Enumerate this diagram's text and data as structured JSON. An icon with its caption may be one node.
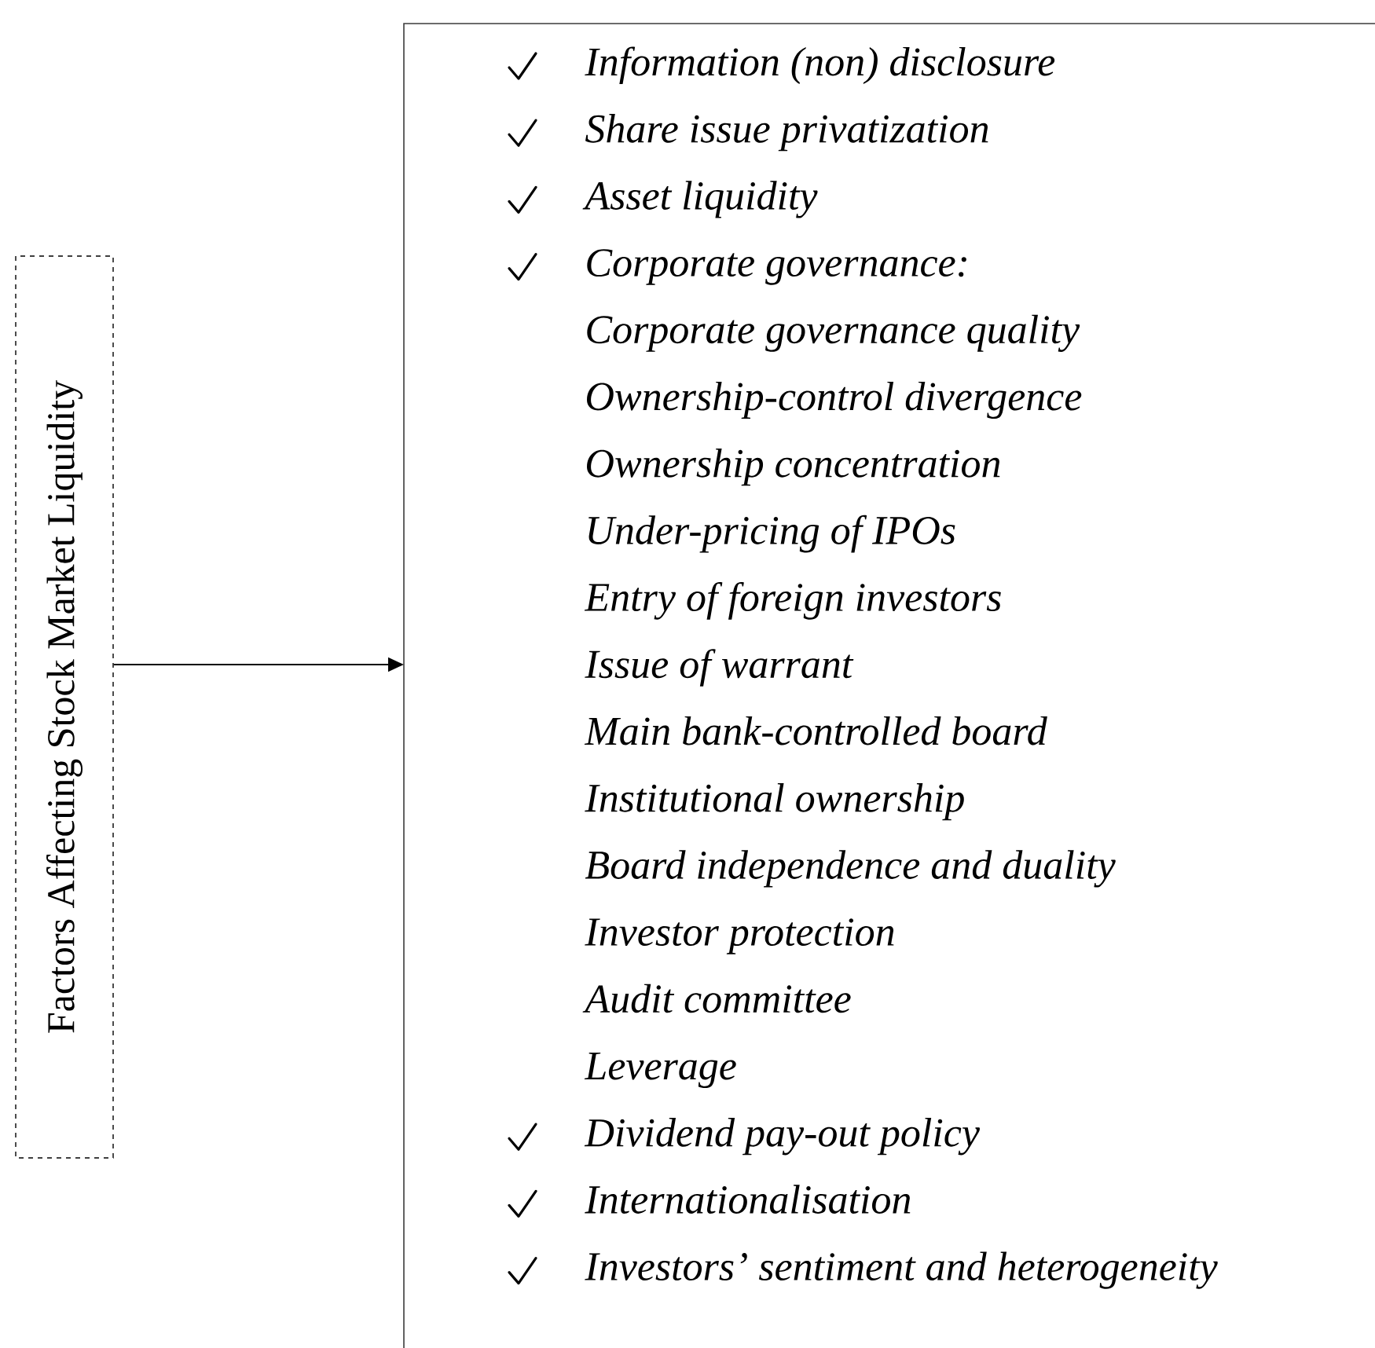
{
  "diagram": {
    "nodes": [
      {
        "text": [
          "Factors Affecting Stock Market Liquidity"
        ]
      },
      {
        "text": [
          "Information (non) disclosure",
          "Share issue privatization",
          "Asset liquidity",
          "Corporate governance:",
          "Corporate governance quality",
          "Ownership-control divergence",
          "Ownership concentration",
          "Under-pricing of IPOs",
          "Entry of foreign investors",
          "Issue of warrant",
          "Main bank-controlled board",
          "Institutional ownership",
          "Board independence and duality",
          "Investor protection",
          "Audit committee",
          "Leverage",
          "Dividend pay-out policy",
          "Internationalisation",
          "Investors’ sentiment and heterogeneity"
        ]
      }
    ],
    "edges": [
      {
        "from": 0,
        "to": 1,
        "arrow": "to"
      }
    ]
  }
}
